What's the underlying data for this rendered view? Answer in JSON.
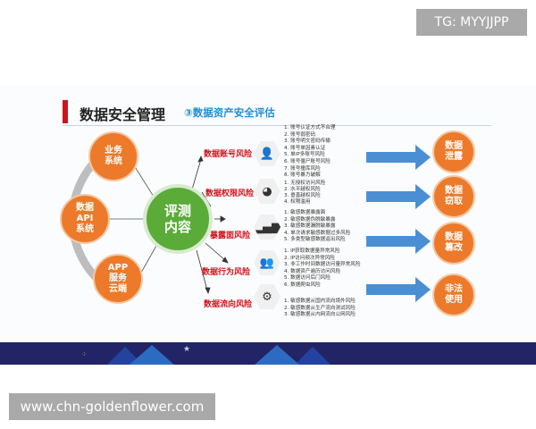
{
  "watermark_top": "TG: MYYJJPP",
  "watermark_bottom": "www.chn-goldenflower.com",
  "slide": {
    "title": "数据安全管理",
    "subtitle": "③数据资产安全评估",
    "sources": [
      {
        "line1": "业务",
        "line2": "系统",
        "line3": ""
      },
      {
        "line1": "数据",
        "line2": "API",
        "line3": "系统"
      },
      {
        "line1": "APP",
        "line2": "服务",
        "line3": "云端"
      }
    ],
    "center": {
      "line1": "评测",
      "line2": "内容"
    },
    "risks": [
      {
        "label": "数据账号风险",
        "icon": "user-icon",
        "items": [
          "1. 账号认证方式不合理",
          "2. 账号弱密码",
          "3. 账号明文密码传输",
          "4. 账号单因素认证",
          "5. 单IP多账号风险",
          "6. 账号僵尸账号风险",
          "7. 账号撞库风险",
          "8. 账号暴力破解"
        ]
      },
      {
        "label": "数据权限风险",
        "icon": "pie-chart-icon",
        "items": [
          "1. 无授权访问风险",
          "2. 水平越权风险",
          "3. 垂直越权风险",
          "4. 权限滥用"
        ]
      },
      {
        "label": "暴露面风险",
        "icon": "bar-chart-icon",
        "items": [
          "1. 敏感数据暴露面",
          "2. 敏感数据伪脱敏暴露",
          "3. 敏感数据漏脱敏暴露",
          "4. 单次请求敏感数据过多风险",
          "5. 多类型敏感数据返出风险"
        ]
      },
      {
        "label": "数据行为风险",
        "icon": "people-icon",
        "items": [
          "1. IP获取数据量异常风险",
          "2. IP访问频次异常风险",
          "3. 非工作时间数据访问量异常风险",
          "4. 数据资产遍历访问风险",
          "5. 数据访问后门风险",
          "6. 数据爬虫风险"
        ]
      },
      {
        "label": "数据流向风险",
        "icon": "gear-icon",
        "items": [
          "1. 敏感数据从国内流向境外风险",
          "2. 敏感数据从生产流向测试风险",
          "3. 敏感数据从内网流向公网风险"
        ]
      }
    ],
    "results": [
      {
        "line1": "数据",
        "line2": "泄露"
      },
      {
        "line1": "数据",
        "line2": "窃取"
      },
      {
        "line1": "数据",
        "line2": "篡改"
      },
      {
        "line1": "非法",
        "line2": "使用"
      }
    ],
    "colors": {
      "accent_red": "#c8161d",
      "orange": "#ec7a2a",
      "green": "#5bab38",
      "arrow_blue": "#4a8fd4",
      "banner": "#222466"
    }
  }
}
